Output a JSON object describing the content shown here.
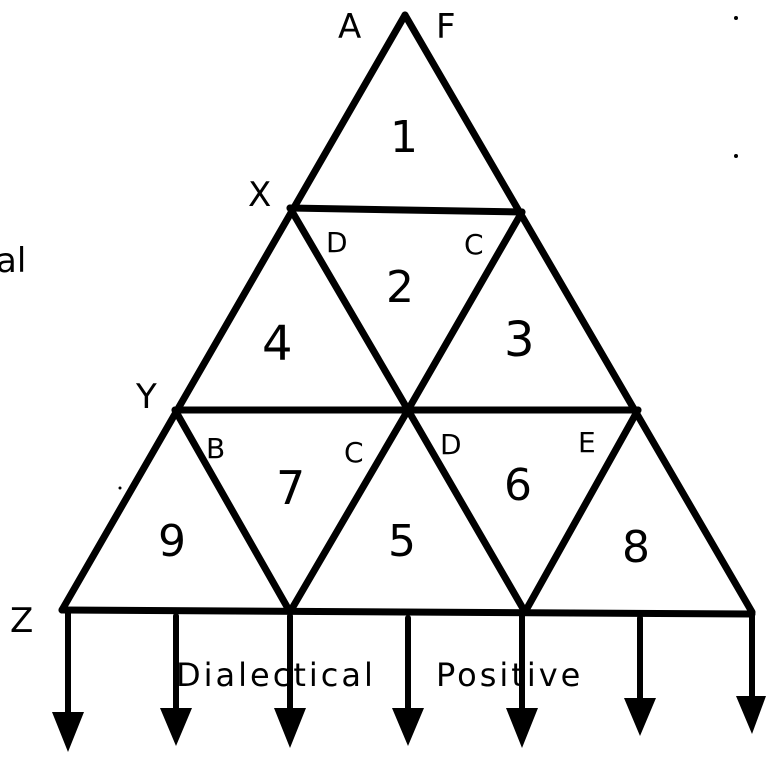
{
  "vertex_labels": {
    "top_left": "A",
    "top_right": "F",
    "left_upper": "X",
    "left_middle": "Y",
    "left_bottom": "Z"
  },
  "margin_fragment": "al",
  "triangle_numbers": {
    "t1": "1",
    "t2": "2",
    "t3": "3",
    "t4": "4",
    "t5": "5",
    "t6": "6",
    "t7": "7",
    "t8": "8",
    "t9": "9"
  },
  "corner_letters": {
    "t2_left": "D",
    "t2_right": "C",
    "t7_left": "B",
    "t7_right": "C",
    "t6_left": "D",
    "t6_right": "E"
  },
  "bottom_text": {
    "left_word": "Dialectical",
    "right_word": "Positive"
  },
  "colors": {
    "ink": "#000000",
    "paper": "#ffffff"
  }
}
